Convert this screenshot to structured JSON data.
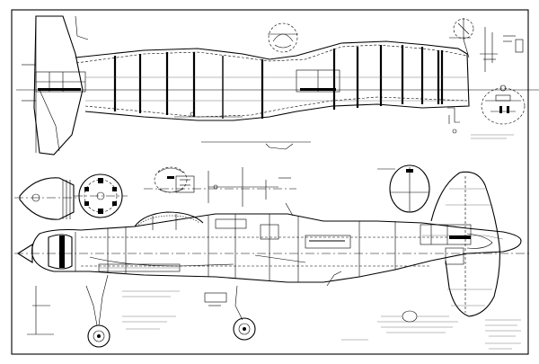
{
  "drawing": {
    "kind": "model aircraft construction plan",
    "colors": {
      "ink": "#000000",
      "paper": "#ffffff"
    },
    "views": [
      "wing-plan-view",
      "fuselage-side-view",
      "nose-front-view",
      "former-cross-sections",
      "landing-gear-detail"
    ]
  }
}
